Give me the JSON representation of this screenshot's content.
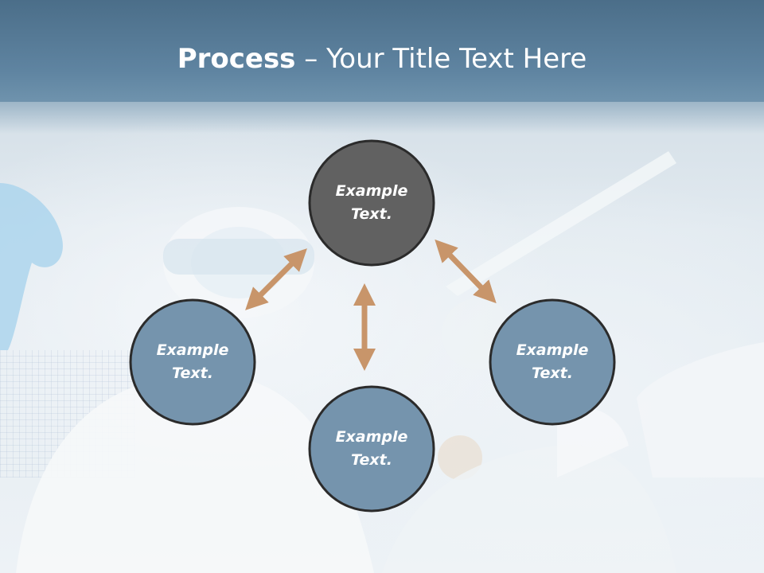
{
  "title": {
    "bold": "Process",
    "rest": " – Your Title Text Here"
  },
  "nodes": [
    {
      "line1": "Example",
      "line2": "Text.",
      "color": "#616161"
    },
    {
      "line1": "Example",
      "line2": "Text.",
      "color": "#7594ad"
    },
    {
      "line1": "Example",
      "line2": "Text.",
      "color": "#7594ad"
    },
    {
      "line1": "Example",
      "line2": "Text.",
      "color": "#7594ad"
    }
  ],
  "colors": {
    "title_bar": "#5a7f9c",
    "arrow": "#c8956a",
    "circle_border": "#2b2b2b"
  }
}
